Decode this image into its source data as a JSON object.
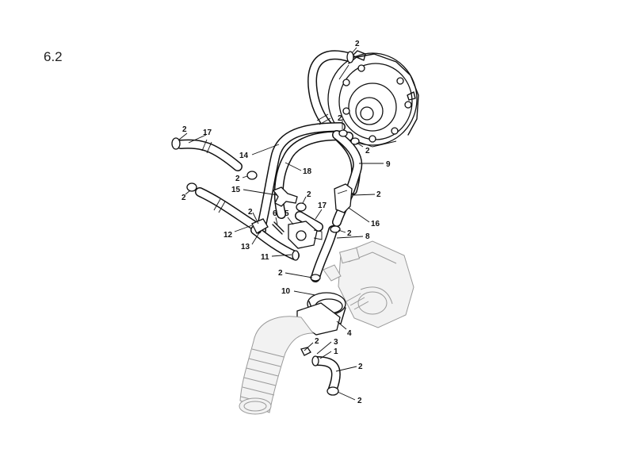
{
  "section_number": "6.2",
  "labels": [
    {
      "id": "a",
      "text": "2"
    },
    {
      "id": "b",
      "text": "2"
    },
    {
      "id": "c",
      "text": "2"
    },
    {
      "id": "d",
      "text": "17"
    },
    {
      "id": "e",
      "text": "14"
    },
    {
      "id": "f",
      "text": "18"
    },
    {
      "id": "g",
      "text": "9"
    },
    {
      "id": "h",
      "text": "2"
    },
    {
      "id": "i",
      "text": "15"
    },
    {
      "id": "j",
      "text": "2"
    },
    {
      "id": "k",
      "text": "2"
    },
    {
      "id": "l",
      "text": "2"
    },
    {
      "id": "m",
      "text": "2"
    },
    {
      "id": "n",
      "text": "6"
    },
    {
      "id": "o",
      "text": "5"
    },
    {
      "id": "p",
      "text": "17"
    },
    {
      "id": "q",
      "text": "16"
    },
    {
      "id": "r",
      "text": "12"
    },
    {
      "id": "s",
      "text": "2"
    },
    {
      "id": "t",
      "text": "8"
    },
    {
      "id": "u",
      "text": "13"
    },
    {
      "id": "v",
      "text": "11"
    },
    {
      "id": "w",
      "text": "2"
    },
    {
      "id": "x",
      "text": "10"
    },
    {
      "id": "y",
      "text": "4"
    },
    {
      "id": "z",
      "text": "2"
    },
    {
      "id": "aa",
      "text": "3"
    },
    {
      "id": "ab",
      "text": "2"
    },
    {
      "id": "ac",
      "text": "1"
    },
    {
      "id": "ad",
      "text": "2"
    },
    {
      "id": "ae",
      "text": "2"
    }
  ]
}
